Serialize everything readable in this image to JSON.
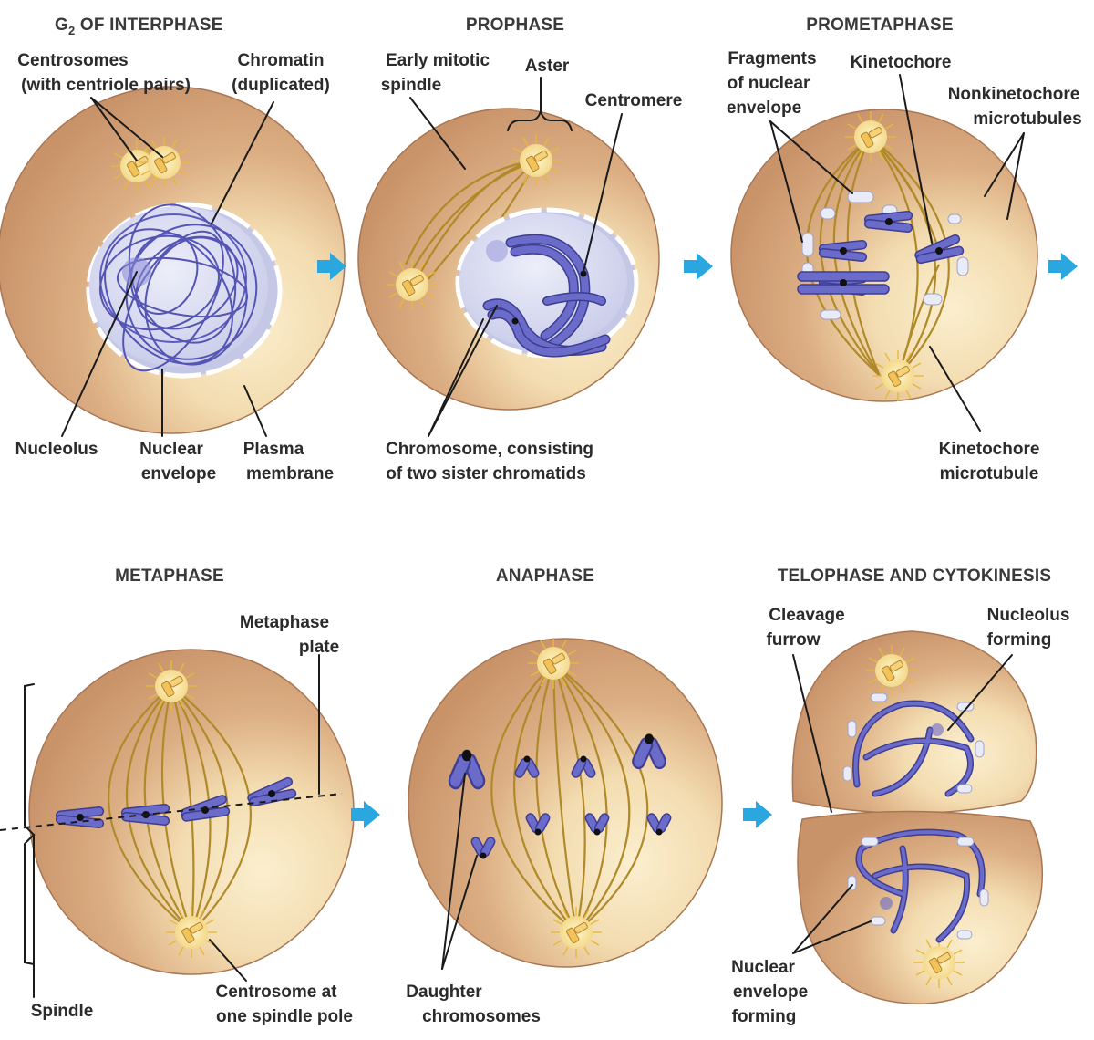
{
  "titles": {
    "g2": "G",
    "g2_sub": "2",
    "g2_rest": " OF INTERPHASE",
    "prophase": "PROPHASE",
    "prometaphase": "PROMETAPHASE",
    "metaphase": "METAPHASE",
    "anaphase": "ANAPHASE",
    "telophase": "TELOPHASE AND CYTOKINESIS"
  },
  "labels": {
    "centrosomes_1": "Centrosomes",
    "centrosomes_2": "(with centriole pairs)",
    "chromatin_1": "Chromatin",
    "chromatin_2": "(duplicated)",
    "nucleolus": "Nucleolus",
    "nuclear_envelope_1": "Nuclear",
    "nuclear_envelope_2": "envelope",
    "plasma_membrane_1": "Plasma",
    "plasma_membrane_2": "membrane",
    "early_spindle_1": "Early mitotic",
    "early_spindle_2": "spindle",
    "aster": "Aster",
    "centromere": "Centromere",
    "chromosome_1": "Chromosome, consisting",
    "chromosome_2": "of two sister chromatids",
    "fragments_1": "Fragments",
    "fragments_2": "of nuclear",
    "fragments_3": "envelope",
    "kinetochore": "Kinetochore",
    "nonkinetochore_1": "Nonkinetochore",
    "nonkinetochore_2": "microtubules",
    "kinetochore_mt_1": "Kinetochore",
    "kinetochore_mt_2": "microtubule",
    "metaphase_plate_1": "Metaphase",
    "metaphase_plate_2": "plate",
    "spindle": "Spindle",
    "centrosome_pole_1": "Centrosome at",
    "centrosome_pole_2": "one spindle pole",
    "daughter_1": "Daughter",
    "daughter_2": "chromosomes",
    "cleavage_1": "Cleavage",
    "cleavage_2": "furrow",
    "nucleolus_forming_1": "Nucleolus",
    "nucleolus_forming_2": "forming",
    "ne_forming_1": "Nuclear",
    "ne_forming_2": "envelope",
    "ne_forming_3": "forming"
  },
  "colors": {
    "cell_light": "#f7e3b5",
    "cell_dark": "#cf9a73",
    "cell_edge": "#a97653",
    "nucleus": "#dcdcf2",
    "chromosome": "#6b6bc9",
    "arrow": "#2aa7df"
  },
  "icons": [
    "arrow-right-icon"
  ]
}
